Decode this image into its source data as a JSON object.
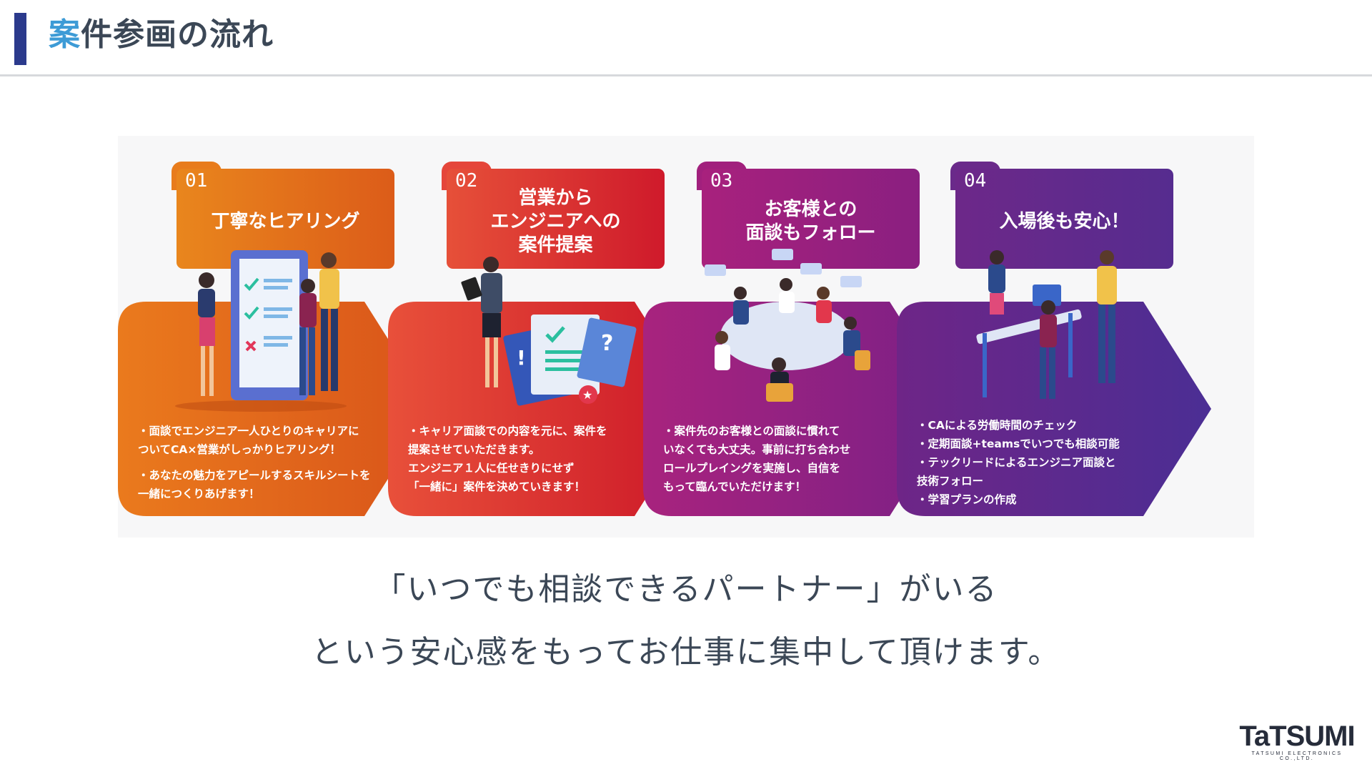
{
  "header": {
    "title_accent": "案",
    "title_rest": "件参画の流れ"
  },
  "steps": [
    {
      "number": "01",
      "title": "丁寧なヒアリング",
      "bullets": [
        "・面談でエンジニア一人ひとりのキャリアに\n  ついてCA×営業がしっかりヒアリング！",
        "・あなたの魅力をアピールするスキルシートを\n  一緒につくりあげます！"
      ]
    },
    {
      "number": "02",
      "title": "営業から\nエンジニアへの\n案件提案",
      "bullets": [
        "・キャリア面談での内容を元に、案件を\n  提案させていただきます。\n  エンジニア１人に任せきりにせず\n  「一緒に」案件を決めていきます！"
      ]
    },
    {
      "number": "03",
      "title": "お客様との\n面談もフォロー",
      "bullets": [
        "・案件先のお客様との面談に慣れて\n  いなくても大丈夫。事前に打ち合わせ\n  ロールプレイングを実施し、自信を\n  もって臨んでいただけます！"
      ]
    },
    {
      "number": "04",
      "title": "入場後も安心！",
      "bullets": [
        "・CAによる労働時間のチェック",
        "・定期面談+teamsでいつでも相談可能",
        "・テックリードによるエンジニア面談と\n  技術フォロー",
        "・学習プランの作成"
      ]
    }
  ],
  "statement": {
    "line1": "「いつでも相談できるパートナー」がいる",
    "line2": "という安心感をもってお仕事に集中して頂けます。"
  },
  "logo": {
    "word": "TaTSUMI",
    "sub": "TATSUMI ELECTRONICS CO.,LTD."
  },
  "colors": {
    "header_bar": "#2b3a8c",
    "accent": "#3d9bd6",
    "step1": [
      "#e8771c",
      "#d9551a"
    ],
    "step2": [
      "#e64a36",
      "#cf1a2a"
    ],
    "step3": [
      "#a3217f",
      "#7d1f85"
    ],
    "step4": [
      "#6d2a88",
      "#4c2e93"
    ]
  }
}
